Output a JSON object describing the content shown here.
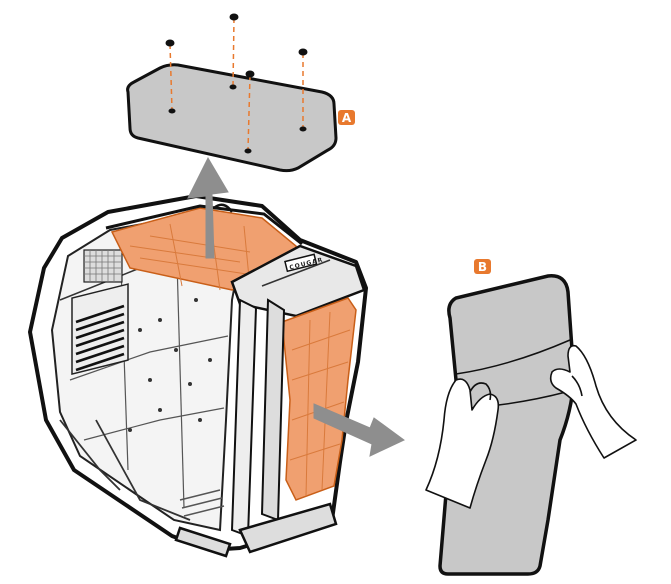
{
  "labels": {
    "filter_a": "A",
    "filter_b": "B"
  },
  "logo_text": "COUGAR",
  "colors": {
    "accent": "#e8792e",
    "accent_fill": "#f0a070",
    "filter_gray": "#c8c8c8",
    "arrow_gray": "#8e8e8e",
    "outline": "#111111"
  },
  "icons": {
    "top_arrow": "arrow-up-icon",
    "side_arrow": "arrow-right-icon",
    "screws": "screw-icon"
  }
}
